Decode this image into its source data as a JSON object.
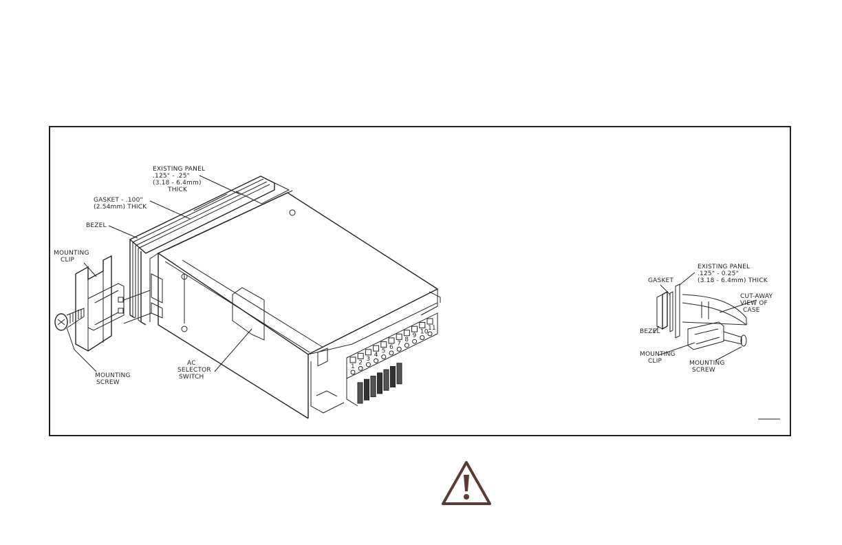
{
  "main_view": {
    "existing_panel": [
      ".125\" - .25\"",
      "(3.18 - 6.4mm)",
      "THICK"
    ],
    "existing_panel_title": "EXISTING PANEL",
    "gasket": [
      "GASKET - .100\"",
      "(2.54mm) THICK"
    ],
    "bezel": "BEZEL",
    "mounting_clip": [
      "MOUNTING",
      "CLIP"
    ],
    "mounting_screw": [
      "MOUNTING",
      "SCREW"
    ],
    "ac_selector": [
      "AC",
      "SELECTOR",
      "SWITCH"
    ],
    "terminals_top": [
      "1",
      "2",
      "3",
      "4",
      "5",
      "6",
      "7",
      "8",
      "9",
      "10",
      "11"
    ]
  },
  "detail_view": {
    "existing_panel": [
      "EXISTING PANEL",
      ".125\" - 0.25\"",
      "(3.18 - 6.4mm) THICK"
    ],
    "gasket": "GASKET",
    "cutaway": [
      "CUT-AWAY",
      "VIEW OF",
      "CASE"
    ],
    "bezel": "BEZEL",
    "mounting_clip": [
      "MOUNTING",
      "CLIP"
    ],
    "mounting_screw": [
      "MOUNTING",
      "SCREW"
    ]
  },
  "warning_icon": "warning-triangle-icon",
  "colors": {
    "line": "#222222",
    "warning": "#5a3a34"
  }
}
